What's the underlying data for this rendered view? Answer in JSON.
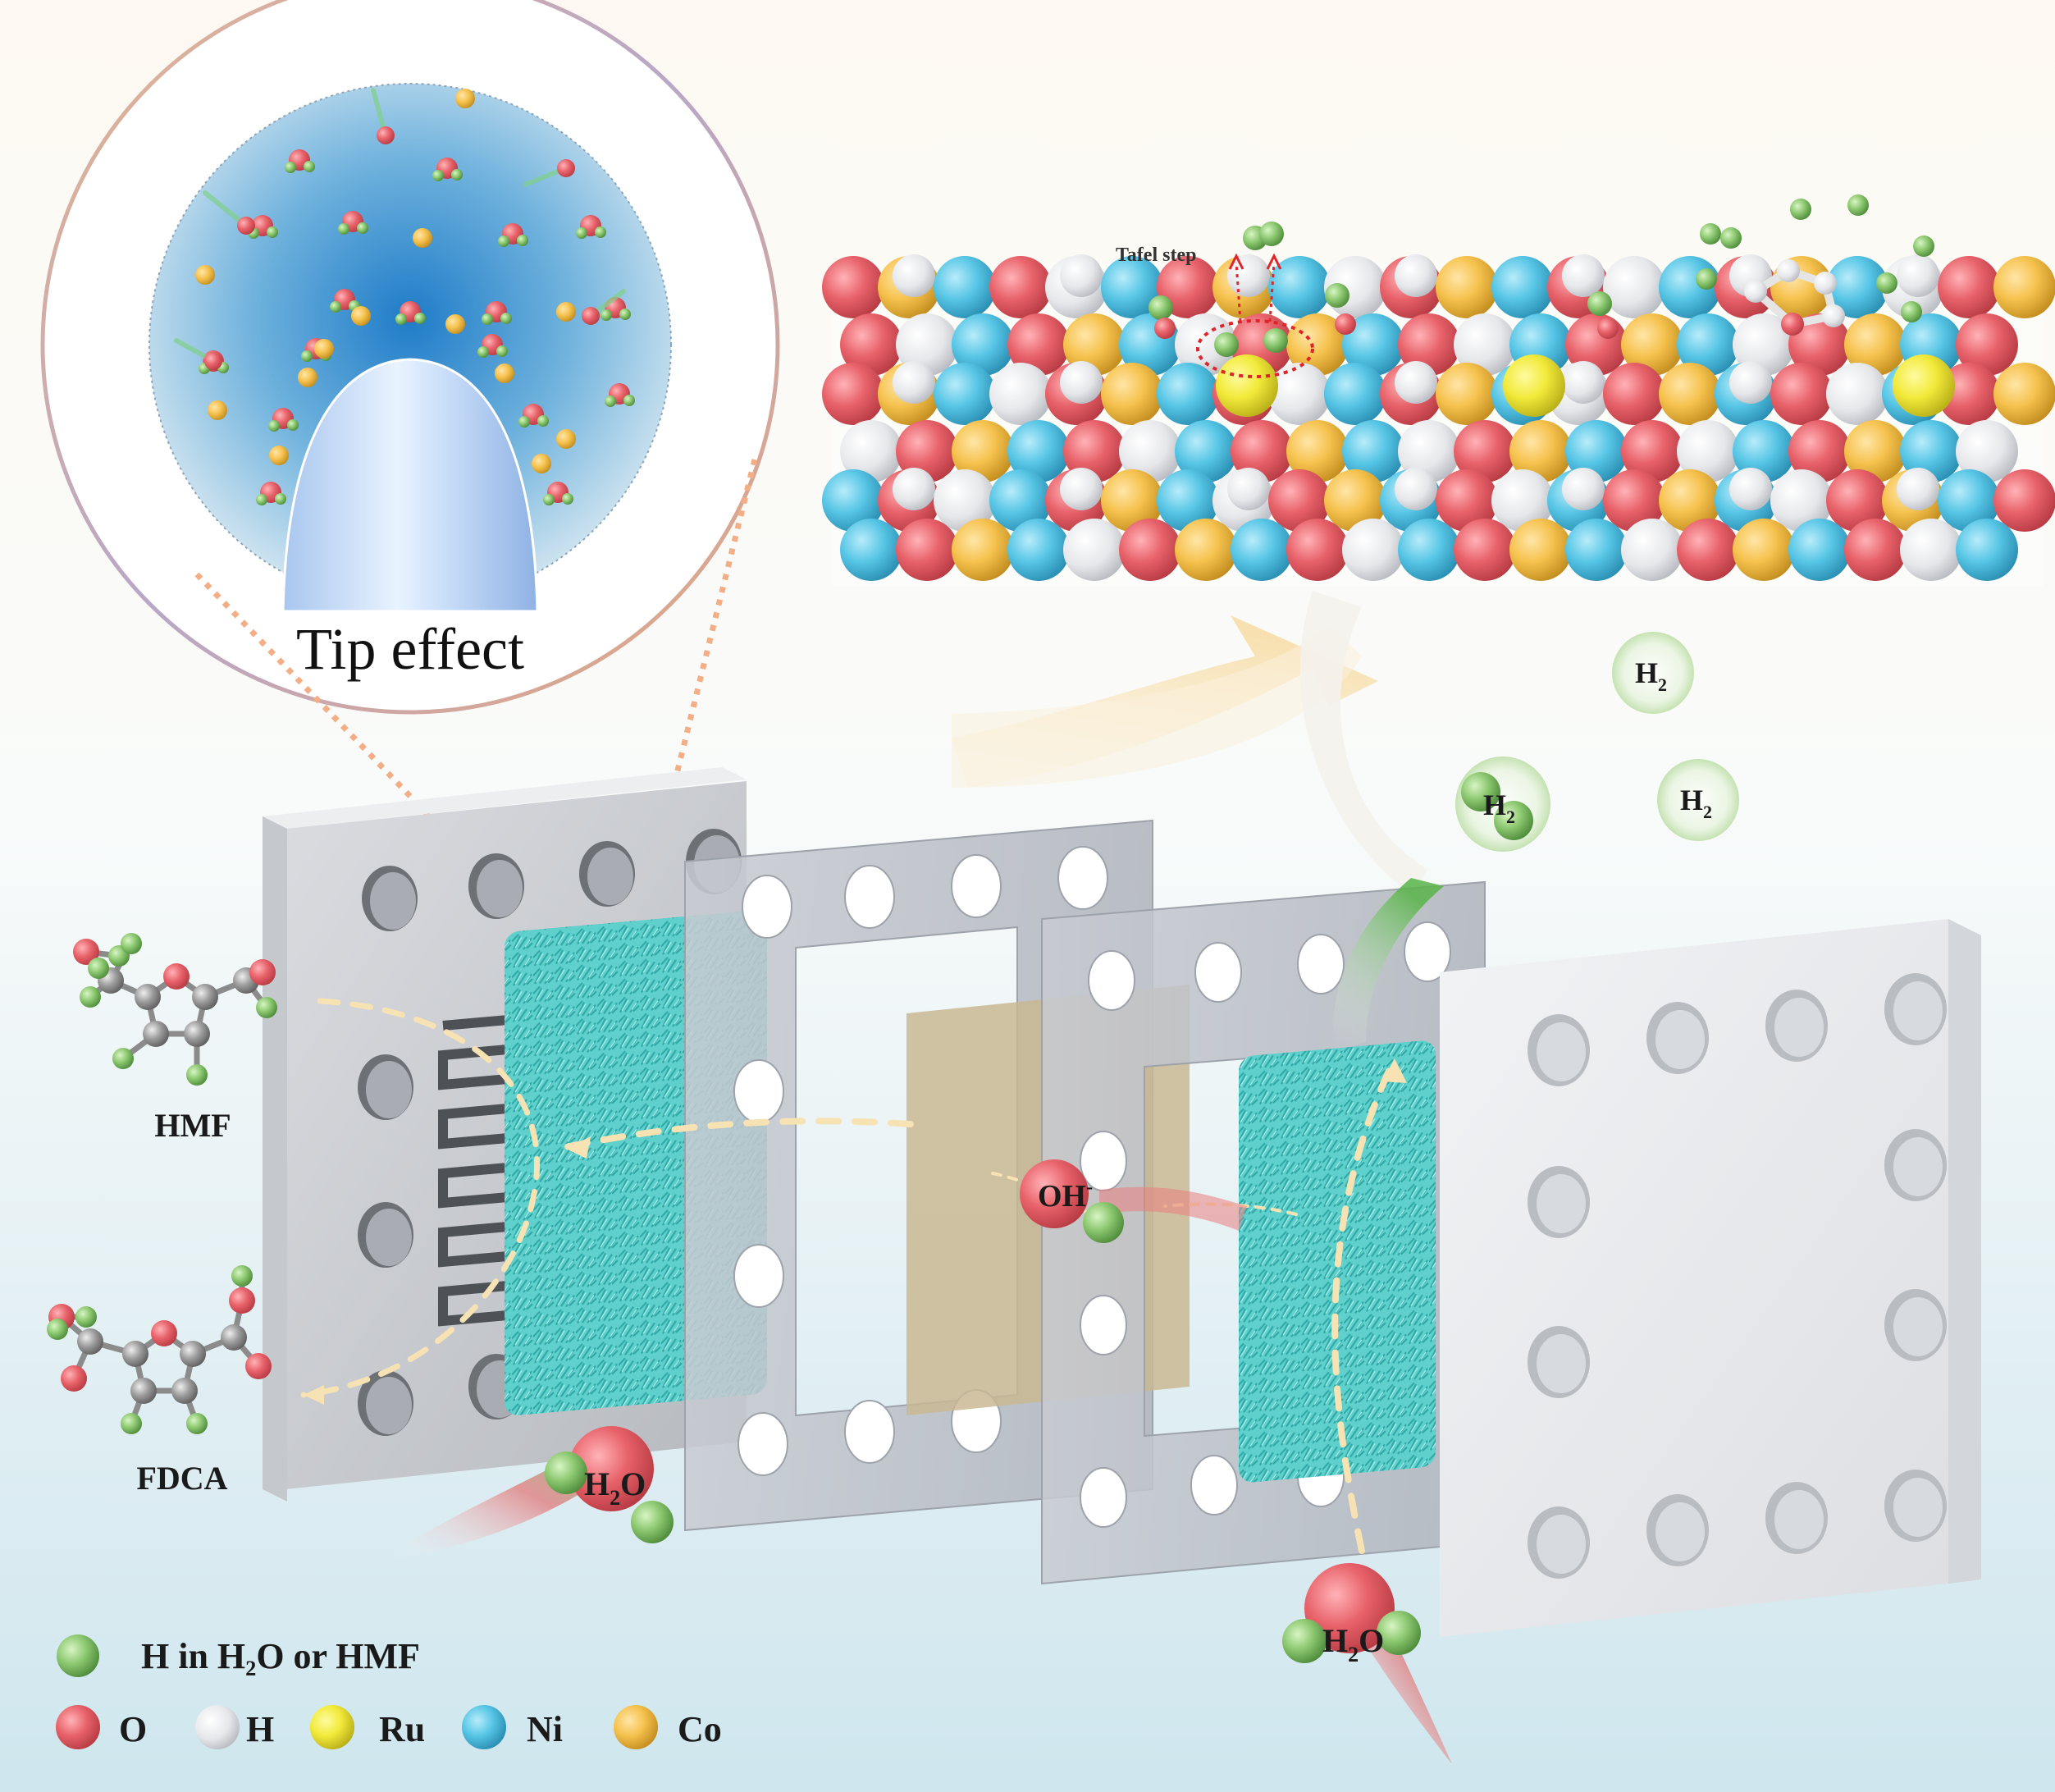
{
  "inset": {
    "title": "Tip effect"
  },
  "surface": {
    "step_label": "Tafel step"
  },
  "molecules": {
    "reactant": "HMF",
    "product": "FDCA"
  },
  "species": {
    "hydroxide": {
      "base": "OH",
      "sup": "-"
    },
    "water": {
      "pre": "H",
      "sub": "2",
      "post": "O"
    },
    "hydrogen": {
      "base": "H",
      "sub": "2"
    }
  },
  "legend": {
    "h_source": "H in H₂O or HMF",
    "items": [
      {
        "label": "O",
        "color": "#e8626a"
      },
      {
        "label": "H",
        "color": "#e9eaed"
      },
      {
        "label": "Ru",
        "color": "#f2ea3a"
      },
      {
        "label": "Ni",
        "color": "#58c6e6"
      },
      {
        "label": "Co",
        "color": "#f6c24e"
      }
    ],
    "h_source_color": "#8cc870"
  }
}
